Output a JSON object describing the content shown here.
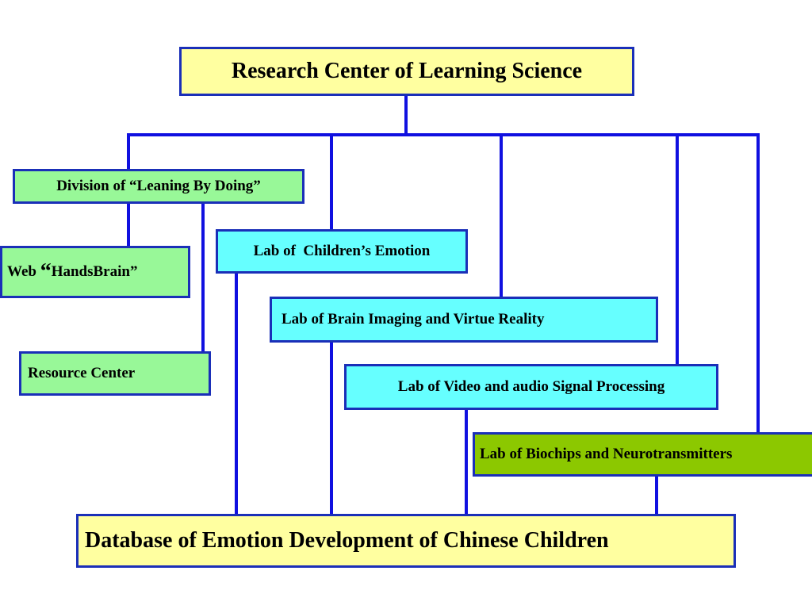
{
  "nodes": {
    "root": "Research Center of Learning Science",
    "division": "Division of “Leaning By Doing”",
    "web_prefix": "Web ",
    "web_quote": "“",
    "web_name": "HandsBrain”",
    "resource": "Resource Center",
    "lab_emotion": "Lab of  Children’s Emotion",
    "lab_brain": "Lab of Brain Imaging and Virtue Reality",
    "lab_video": "Lab of Video and audio Signal Processing",
    "lab_biochips": "Lab of Biochips and Neurotransmitters",
    "database": "Database of Emotion Development of Chinese Children"
  },
  "colors": {
    "line": "#1010e0",
    "border": "#1a2fb8",
    "yellow": "#ffffa0",
    "green": "#98f898",
    "cyan": "#66ffff",
    "olive": "#8cc800"
  }
}
